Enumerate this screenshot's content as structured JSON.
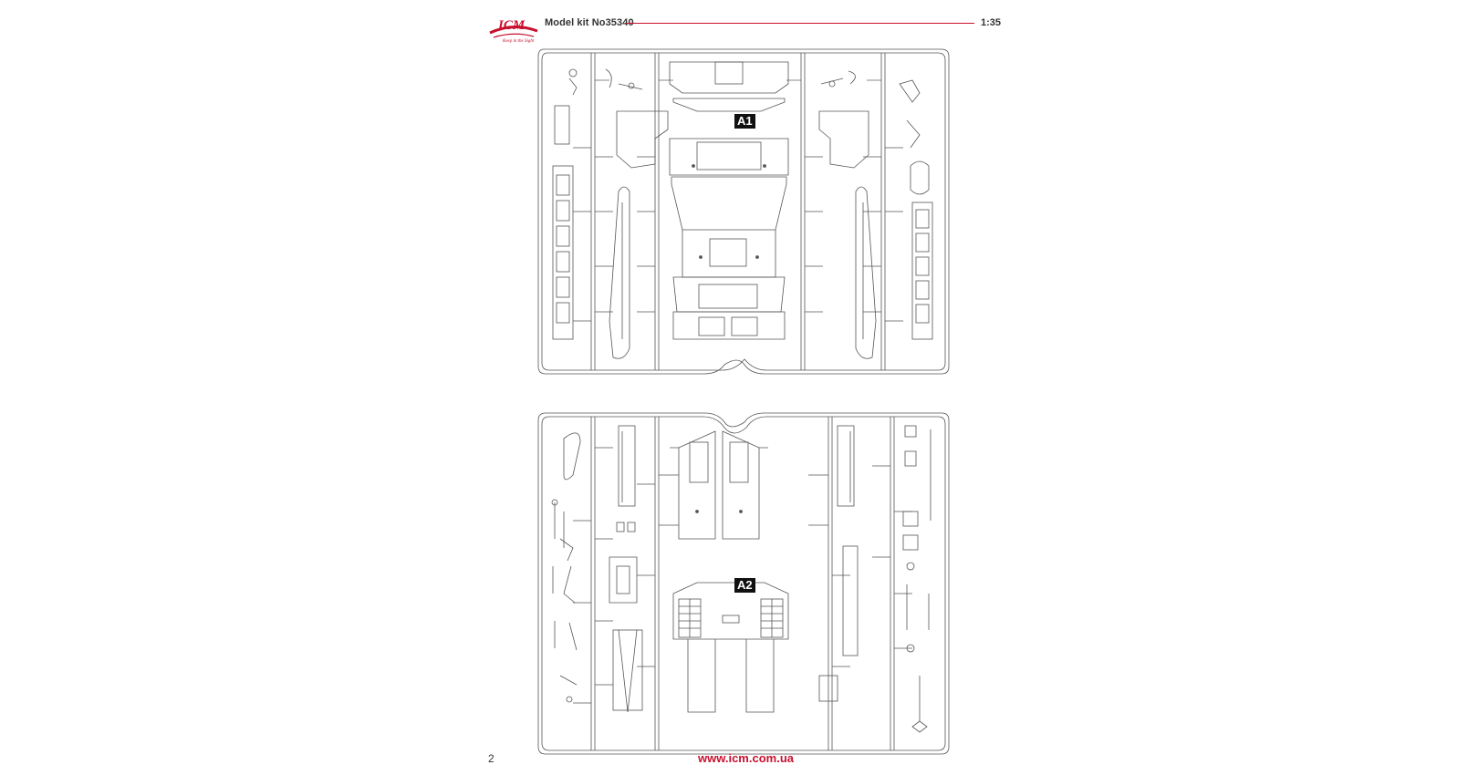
{
  "header": {
    "logo_text": "ICM",
    "logo_slogan": "Keep in the Sight",
    "kit_title": "Model kit No35340",
    "scale": "1:35"
  },
  "sprues": [
    {
      "label": "A1"
    },
    {
      "label": "A2"
    }
  ],
  "footer": {
    "page_number": "2",
    "website": "www.icm.com.ua"
  },
  "colors": {
    "brand_red": "#c8102e",
    "line": "#555555"
  }
}
